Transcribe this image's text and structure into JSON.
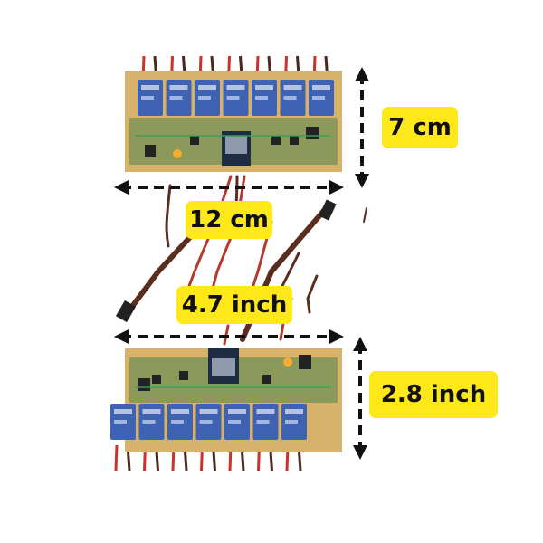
{
  "dimensions": {
    "top_board_height": "7 cm",
    "top_board_width": "12 cm",
    "bottom_board_width": "4.7 inch",
    "bottom_board_height": "2.8 inch"
  },
  "colors": {
    "pcb": "#d8b26a",
    "relay": "#3f63b3",
    "label_background": "#ffe81a",
    "arrow": "#111111"
  },
  "relay_count_per_board": 7
}
